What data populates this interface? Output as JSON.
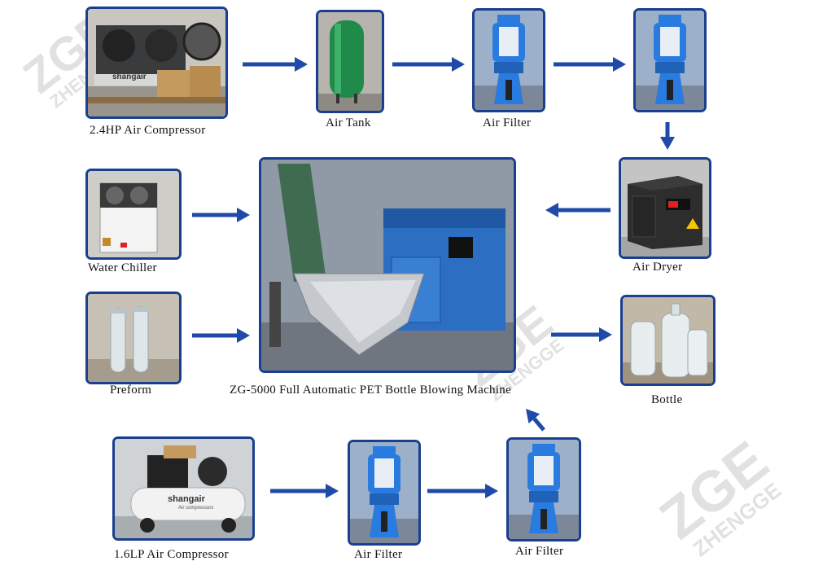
{
  "colors": {
    "arrow": "#1f4aa8",
    "border": "#1b3f8f",
    "filter_blue": "#2a7be0"
  },
  "watermark": {
    "logo": "ZGE",
    "name": "ZHENGGE"
  },
  "nodes": {
    "compressor_top": {
      "label": "2.4HP Air Compressor",
      "brand": "shangair"
    },
    "air_tank": {
      "label": "Air Tank"
    },
    "air_filter_1": {
      "label": "Air Filter"
    },
    "air_filter_2": {
      "label": ""
    },
    "air_dryer": {
      "label": "Air  Dryer"
    },
    "water_chiller": {
      "label": "Water  Chiller"
    },
    "preform": {
      "label": "Preform"
    },
    "machine": {
      "label": "ZG-5000 Full Automatic PET Bottle Blowing Machine"
    },
    "bottle": {
      "label": "Bottle"
    },
    "compressor_bottom": {
      "label": "1.6LP Air Compressor",
      "brand": "shangair",
      "sub_brand": "Air compressors"
    },
    "air_filter_3": {
      "label": "Air Filter"
    },
    "air_filter_4": {
      "label": "Air Filter"
    }
  },
  "arrows": [
    {
      "from": "compressor_top",
      "to": "air_tank",
      "dir": "right"
    },
    {
      "from": "air_tank",
      "to": "air_filter_1",
      "dir": "right"
    },
    {
      "from": "air_filter_1",
      "to": "air_filter_2",
      "dir": "right"
    },
    {
      "from": "air_filter_2",
      "to": "air_dryer",
      "dir": "down"
    },
    {
      "from": "air_dryer",
      "to": "machine",
      "dir": "left"
    },
    {
      "from": "water_chiller",
      "to": "machine",
      "dir": "right"
    },
    {
      "from": "preform",
      "to": "machine",
      "dir": "right"
    },
    {
      "from": "machine",
      "to": "bottle",
      "dir": "right"
    },
    {
      "from": "compressor_bottom",
      "to": "air_filter_3",
      "dir": "right"
    },
    {
      "from": "air_filter_3",
      "to": "air_filter_4",
      "dir": "right"
    },
    {
      "from": "air_filter_4",
      "to": "machine",
      "dir": "up-left"
    }
  ]
}
